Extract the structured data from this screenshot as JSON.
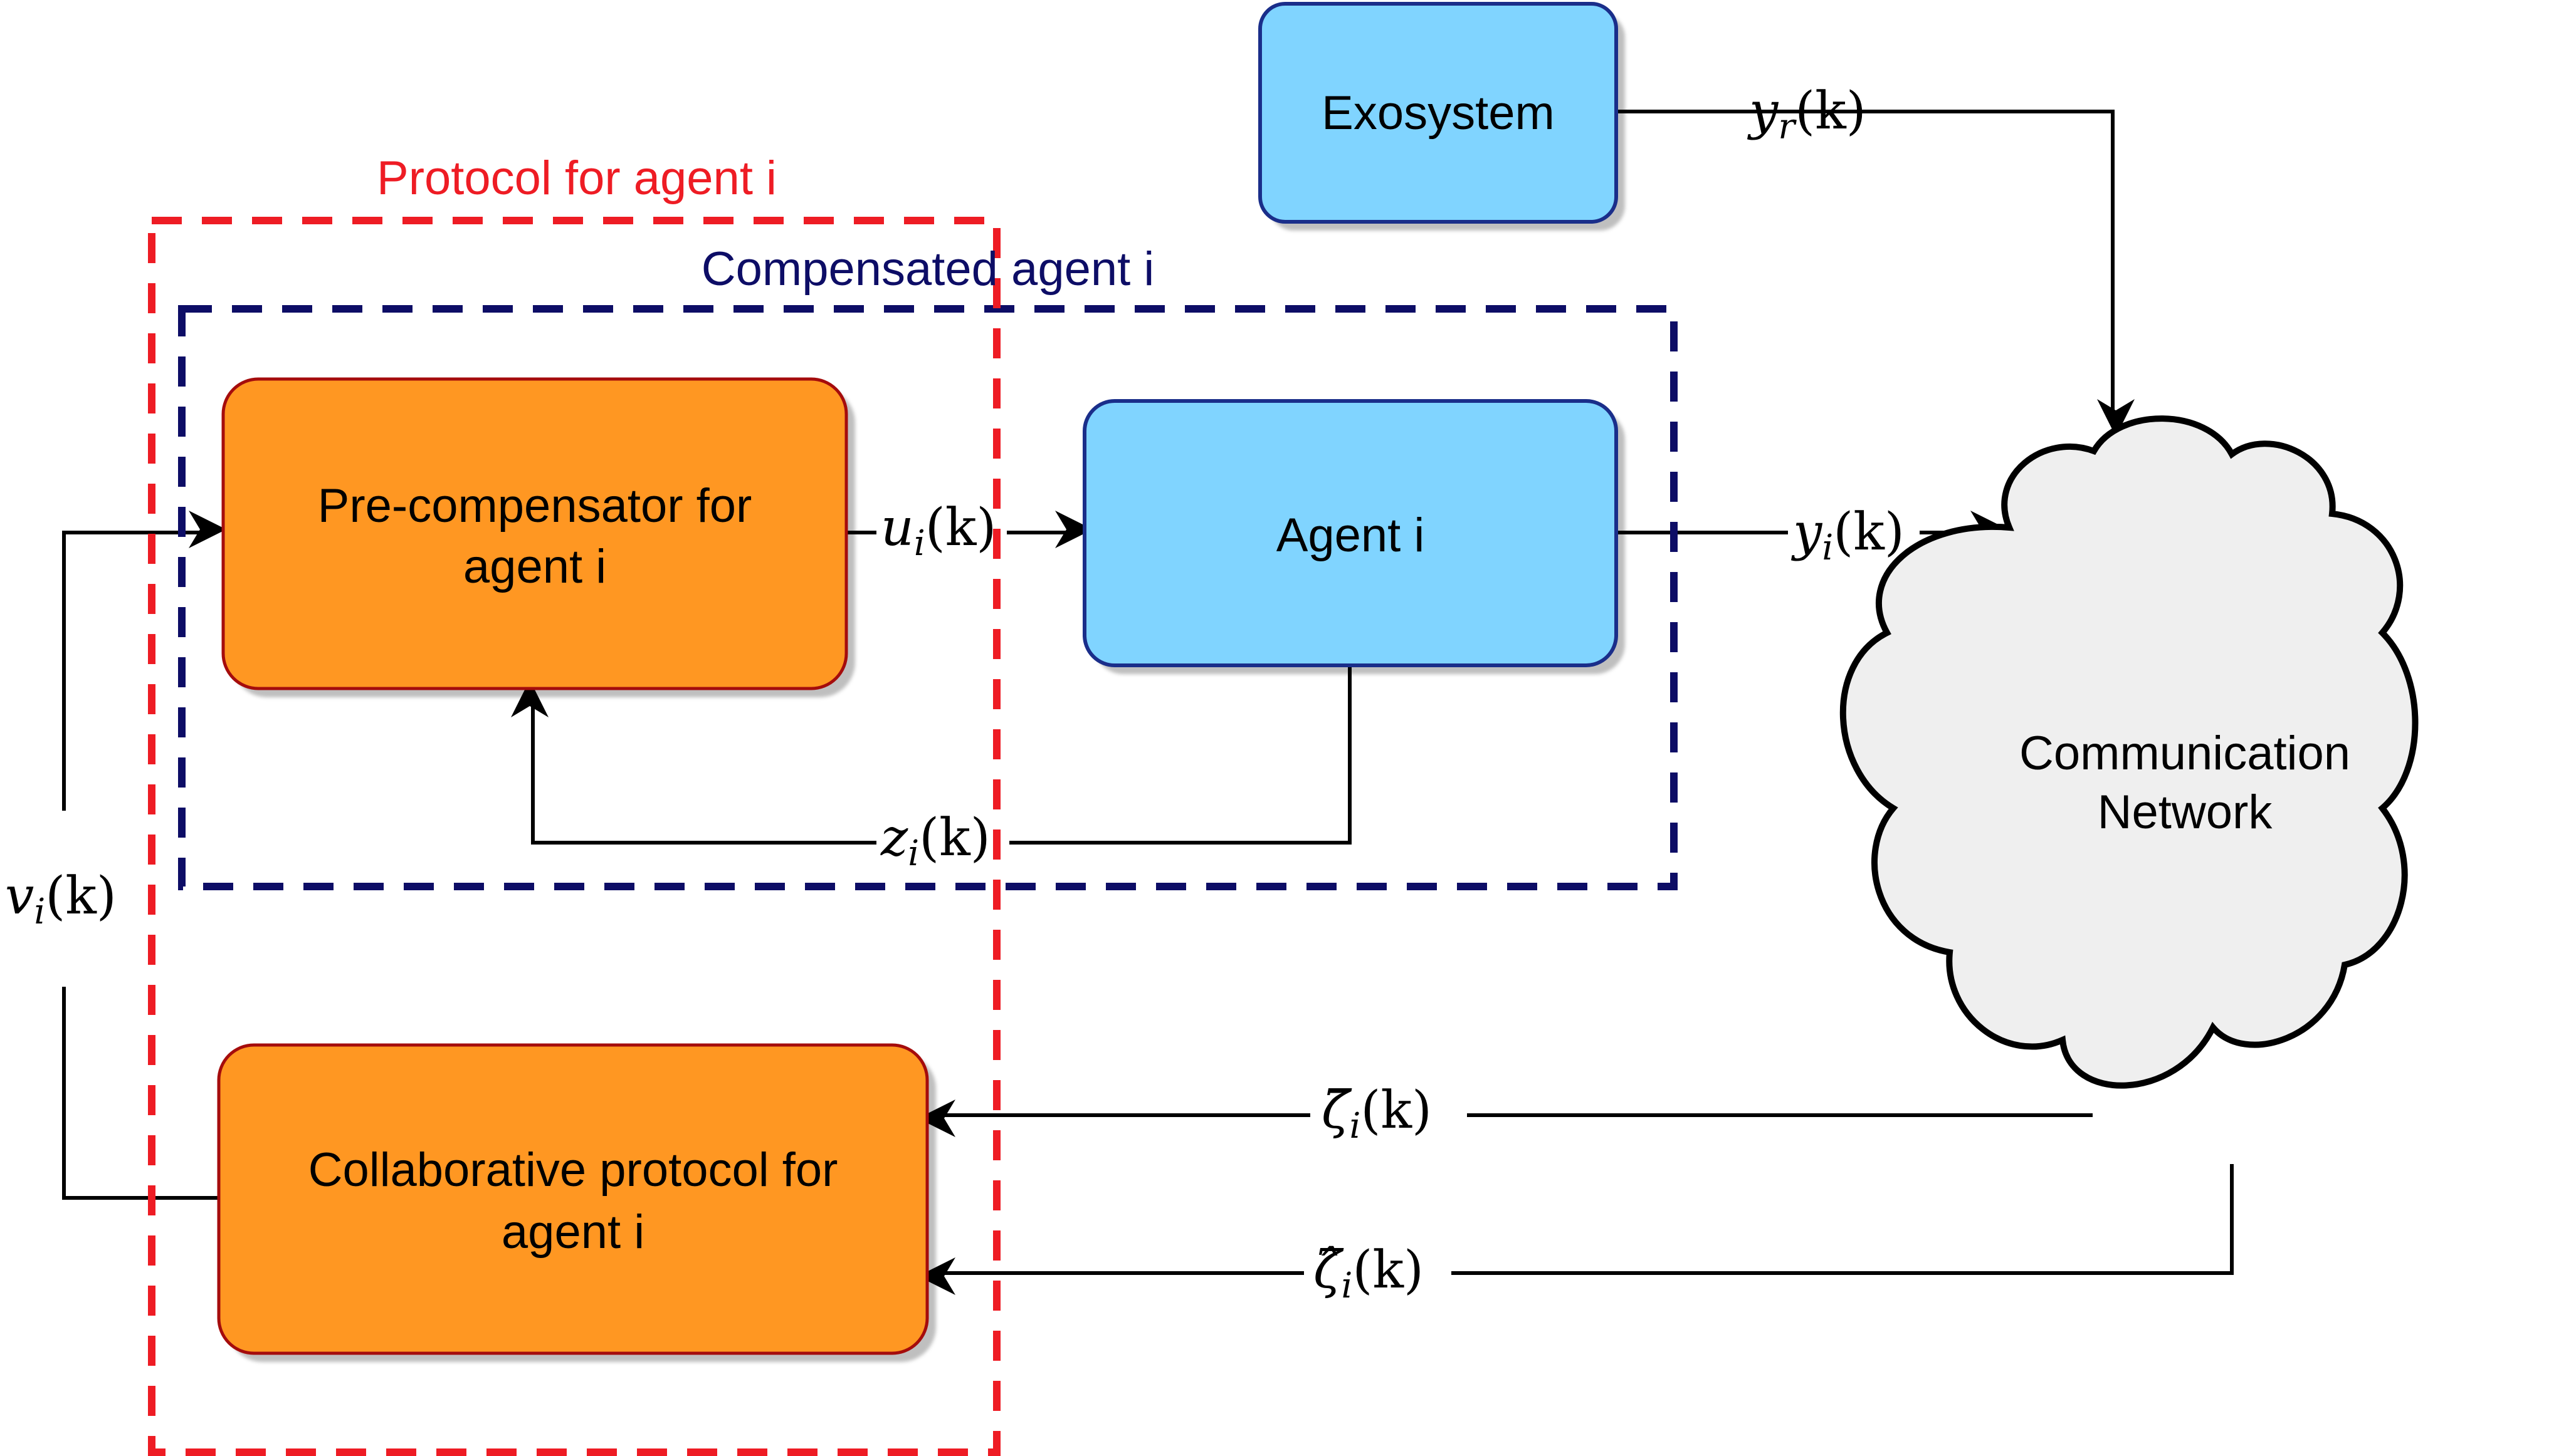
{
  "groups": {
    "protocol": {
      "label": "Protocol for agent i",
      "color": "#ee1c24"
    },
    "compensated": {
      "label": "Compensated agent i",
      "color": "#0d0d66"
    }
  },
  "blocks": {
    "exosystem": {
      "label": "Exosystem",
      "fill": "#80d4ff",
      "stroke": "#1a2e8a"
    },
    "precompensator": {
      "line1": "Pre-compensator for",
      "line2": "agent i",
      "fill": "#ff9720",
      "stroke": "#a50c0c"
    },
    "agent": {
      "label": "Agent i",
      "fill": "#80d4ff",
      "stroke": "#1a2e8a"
    },
    "collaborative": {
      "line1": "Collaborative protocol for",
      "line2": "agent i",
      "fill": "#ff9720",
      "stroke": "#a50c0c"
    },
    "network": {
      "line1": "Communication",
      "line2": "Network",
      "fill": "#efefef",
      "stroke": "#000000"
    }
  },
  "signals": {
    "yr": {
      "sym": "y",
      "sub": "r",
      "arg": "(k)"
    },
    "ui": {
      "sym": "u",
      "sub": "i",
      "arg": "(k)"
    },
    "yi": {
      "sym": "y",
      "sub": "i",
      "arg": "(k)"
    },
    "zi": {
      "sym": "z",
      "sub": "i",
      "arg": "(k)"
    },
    "vi": {
      "sym": "v",
      "sub": "i",
      "arg": "(k)"
    },
    "zeta_bar": {
      "sym": "ζ̄",
      "sub": "i",
      "arg": "(k)"
    },
    "zeta_hat": {
      "sym": "ζ̂",
      "sub": "i",
      "arg": "(k)"
    }
  }
}
